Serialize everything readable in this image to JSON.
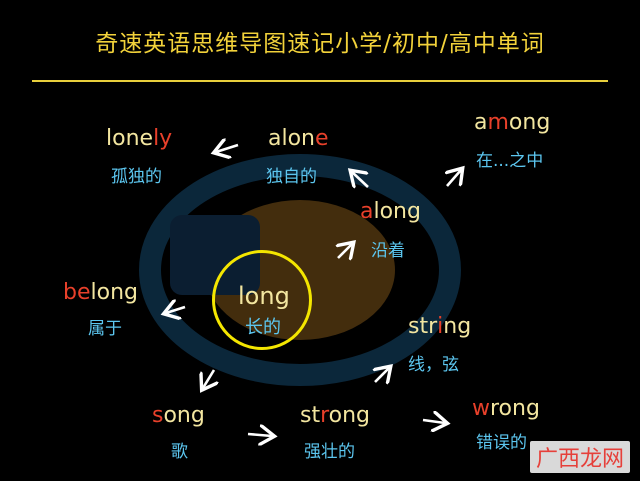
{
  "title": "奇速英语思维导图速记小学/初中/高中单词",
  "center": {
    "word": "long",
    "meaning": "长的"
  },
  "nodes": {
    "lonely": {
      "pre": "lone",
      "hl": "ly",
      "post": "",
      "meaning": "孤独的"
    },
    "alone": {
      "pre": "alon",
      "hl": "e",
      "post": "",
      "meaning": "独自的"
    },
    "among": {
      "pre": "a",
      "hl": "m",
      "post": "ong",
      "meaning": "在...之中"
    },
    "along": {
      "pre": "",
      "hl": "a",
      "post": "long",
      "meaning": "沿着"
    },
    "belong": {
      "pre": "",
      "hl": "be",
      "post": "long",
      "meaning": "属于"
    },
    "string": {
      "pre": "str",
      "hl": "i",
      "post": "ng",
      "meaning": "线，弦"
    },
    "song": {
      "pre": "",
      "hl": "s",
      "post": "ong",
      "meaning": "歌"
    },
    "strong": {
      "pre": "st",
      "hl": "r",
      "post": "ong",
      "meaning": "强壮的"
    },
    "wrong": {
      "pre": "",
      "hl": "w",
      "post": "rong",
      "meaning": "错误的"
    }
  },
  "brand": "广西龙网",
  "colors": {
    "title": "#f2d23a",
    "word": "#f3e6a0",
    "highlight": "#e8402a",
    "meaning": "#5cc6ef",
    "circle": "#f4e600"
  }
}
